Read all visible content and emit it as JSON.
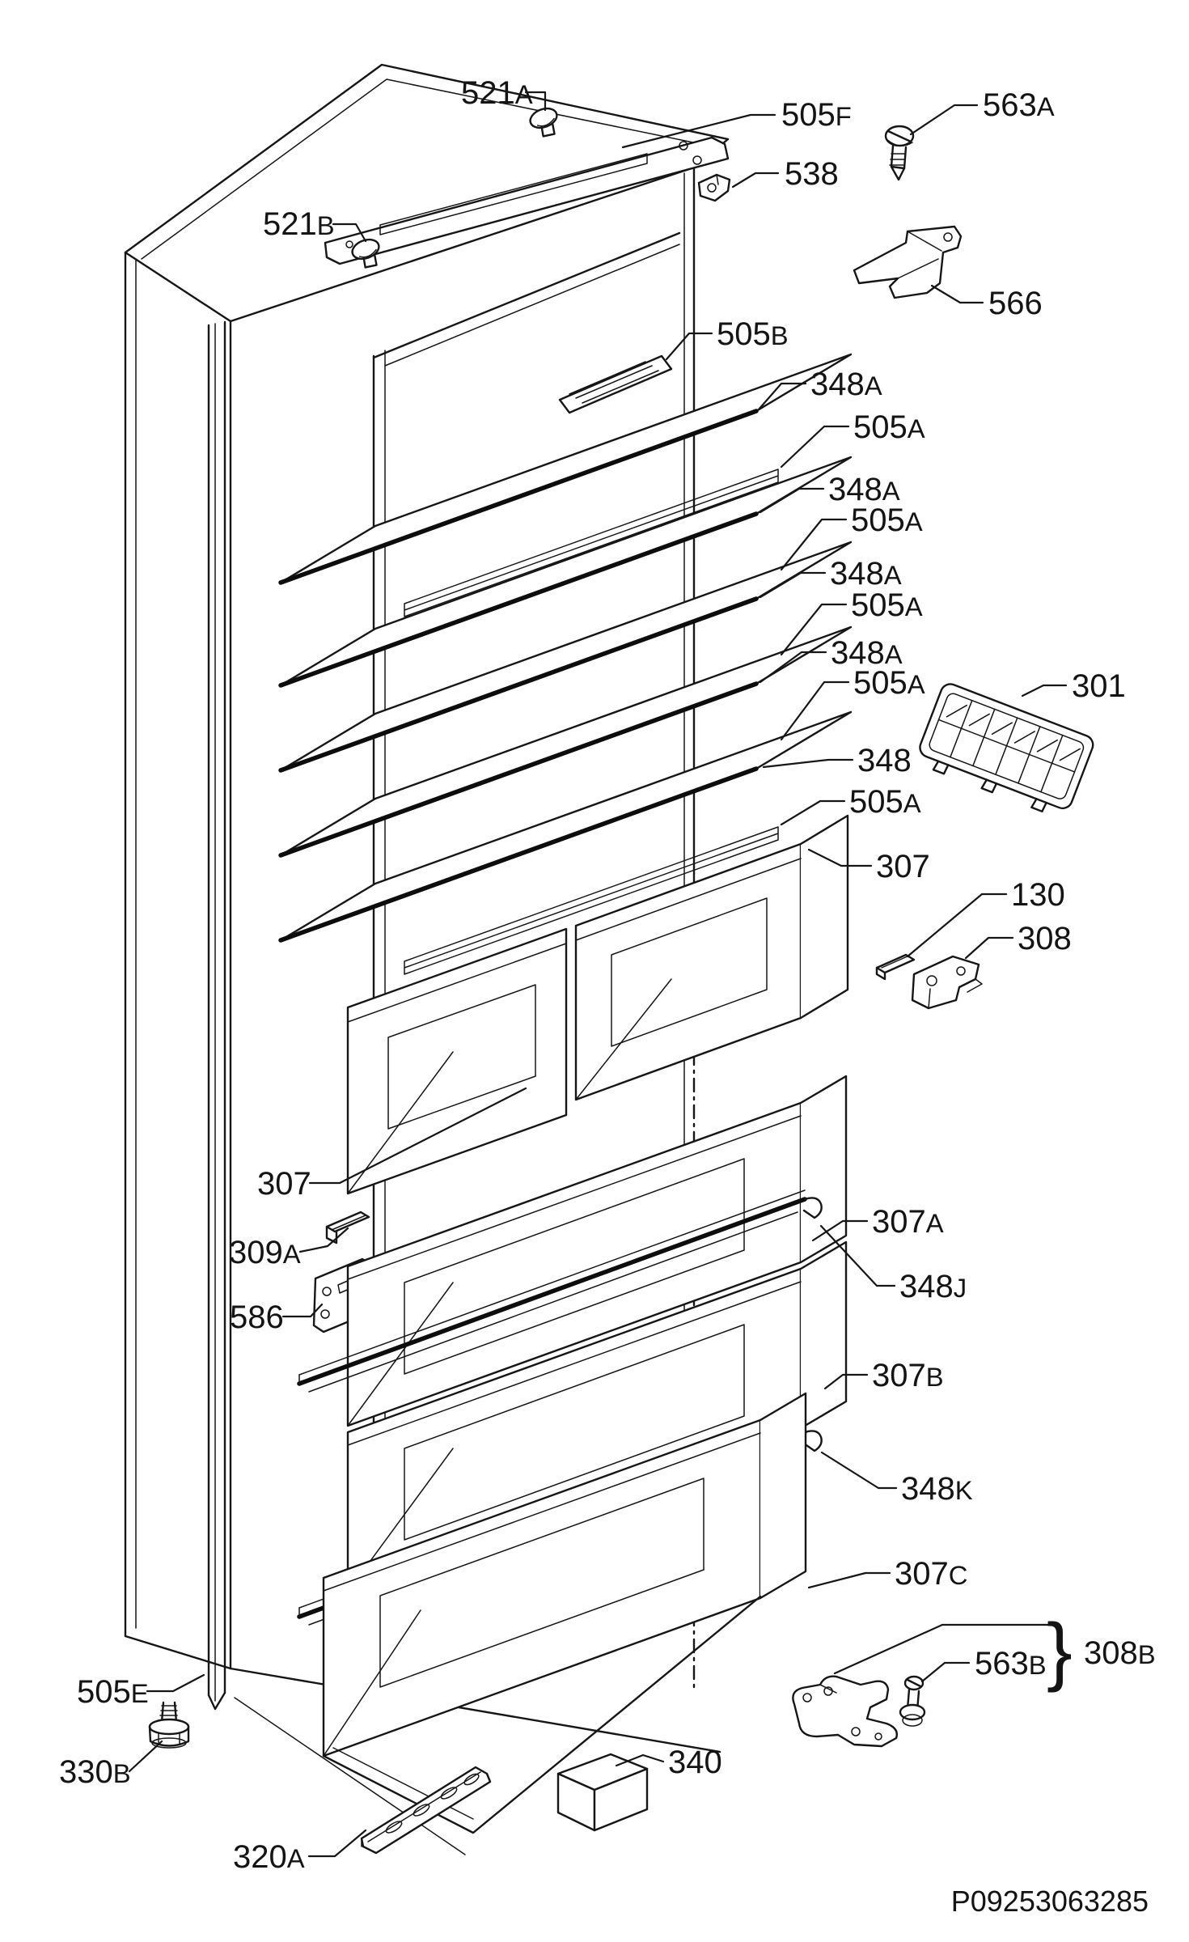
{
  "figure_code": "P09253063285",
  "diagram": {
    "type": "exploded-parts-diagram",
    "subject": "refrigerator-freezer cabinet with shelves, drawers and fittings",
    "colors": {
      "line": "#161616",
      "background": "#ffffff"
    },
    "part_numbers": [
      "130",
      "301",
      "307",
      "307A",
      "307B",
      "307C",
      "308",
      "308B",
      "309A",
      "320A",
      "330B",
      "340",
      "348",
      "348A",
      "348J",
      "348K",
      "505A",
      "505B",
      "505E",
      "505F",
      "521A",
      "521B",
      "538",
      "563A",
      "563B",
      "566",
      "586"
    ],
    "labels": [
      {
        "id": "label_521A",
        "text": "521A"
      },
      {
        "id": "label_505F",
        "text": "505F"
      },
      {
        "id": "label_538",
        "text": "538"
      },
      {
        "id": "label_563A",
        "text": "563A"
      },
      {
        "id": "label_521B",
        "text": "521B"
      },
      {
        "id": "label_566",
        "text": "566"
      },
      {
        "id": "label_505B",
        "text": "505B"
      },
      {
        "id": "label_348A_1",
        "text": "348A"
      },
      {
        "id": "label_505A_1",
        "text": "505A"
      },
      {
        "id": "label_348A_2",
        "text": "348A"
      },
      {
        "id": "label_505A_2",
        "text": "505A"
      },
      {
        "id": "label_348A_3",
        "text": "348A"
      },
      {
        "id": "label_505A_3",
        "text": "505A"
      },
      {
        "id": "label_348A_4",
        "text": "348A"
      },
      {
        "id": "label_505A_4",
        "text": "505A"
      },
      {
        "id": "label_301",
        "text": "301"
      },
      {
        "id": "label_348",
        "text": "348"
      },
      {
        "id": "label_505A_5",
        "text": "505A"
      },
      {
        "id": "label_307_right",
        "text": "307"
      },
      {
        "id": "label_130",
        "text": "130"
      },
      {
        "id": "label_308",
        "text": "308"
      },
      {
        "id": "label_307_left",
        "text": "307"
      },
      {
        "id": "label_309A",
        "text": "309A"
      },
      {
        "id": "label_586",
        "text": "586"
      },
      {
        "id": "label_307A",
        "text": "307A"
      },
      {
        "id": "label_348J",
        "text": "348J"
      },
      {
        "id": "label_307B",
        "text": "307B"
      },
      {
        "id": "label_348K",
        "text": "348K"
      },
      {
        "id": "label_307C",
        "text": "307C"
      },
      {
        "id": "label_563B",
        "text": "563B"
      },
      {
        "id": "brace_308B",
        "text": "}"
      },
      {
        "id": "label_308B",
        "text": "308B"
      },
      {
        "id": "label_505E",
        "text": "505E"
      },
      {
        "id": "label_330B",
        "text": "330B"
      },
      {
        "id": "label_320A",
        "text": "320A"
      },
      {
        "id": "label_340",
        "text": "340"
      }
    ]
  }
}
